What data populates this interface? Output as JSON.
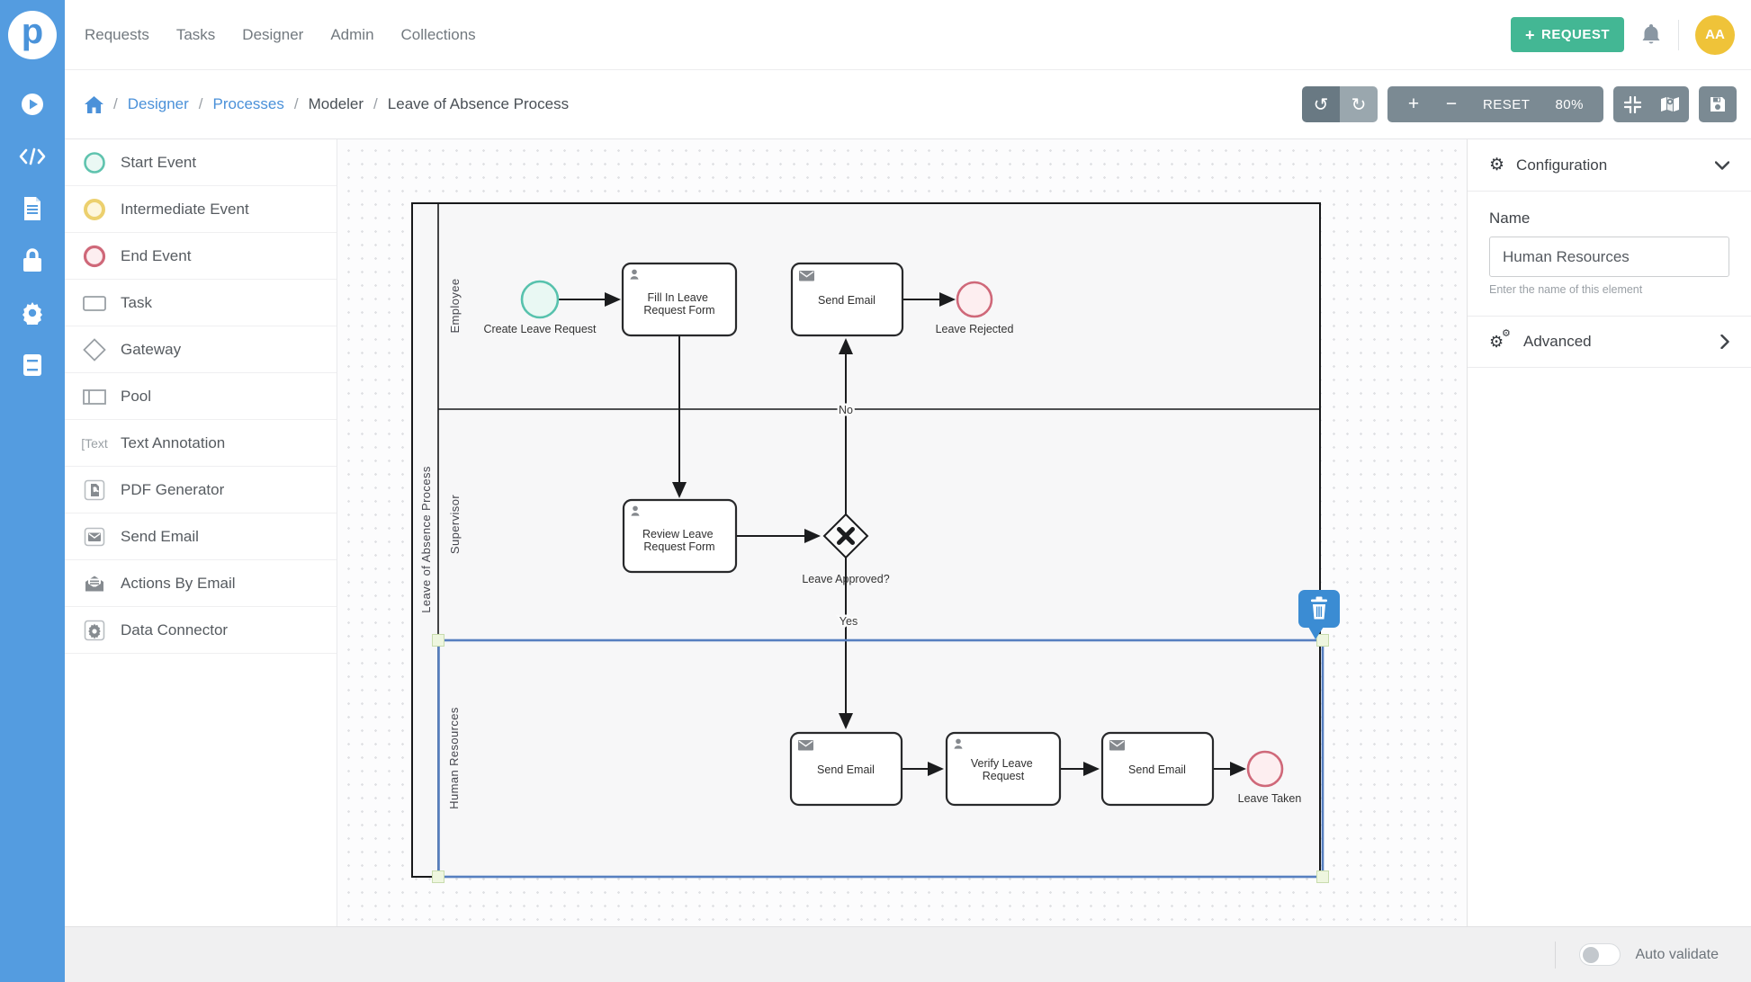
{
  "app": {
    "logo_letter": "p"
  },
  "colors": {
    "rail_blue": "#549ce0",
    "accent_teal": "#43b794",
    "avatar_yellow": "#efc339",
    "toolbar_gray": "#7b8a93",
    "selection_blue": "#567fc0",
    "trash_blue": "#3b8cd3",
    "start_event": "#57c2ad",
    "end_event": "#cf6879",
    "intermediate_event": "#ecd06e",
    "link_blue": "#4b91d9"
  },
  "navbar": {
    "items": [
      {
        "label": "Requests"
      },
      {
        "label": "Tasks"
      },
      {
        "label": "Designer"
      },
      {
        "label": "Admin"
      },
      {
        "label": "Collections"
      }
    ],
    "request_plus": "+",
    "request_label": "REQUEST",
    "avatar_initials": "AA"
  },
  "breadcrumb": {
    "separator": "/",
    "items": [
      {
        "label": "Designer",
        "link": true
      },
      {
        "label": "Processes",
        "link": true
      },
      {
        "label": "Modeler",
        "link": false
      },
      {
        "label": "Leave of Absence Process",
        "link": false
      }
    ]
  },
  "toolbar": {
    "plus": "+",
    "minus": "−",
    "reset_label": "RESET",
    "zoom_level": "80%",
    "undo_glyph": "↺",
    "redo_glyph": "↻"
  },
  "sidebar_icons": [
    "play-icon",
    "code-icon",
    "document-icon",
    "lock-icon",
    "gear-icon",
    "notebook-icon"
  ],
  "palette": {
    "items": [
      {
        "label": "Start Event",
        "icon": "start-event-icon"
      },
      {
        "label": "Intermediate Event",
        "icon": "intermediate-event-icon"
      },
      {
        "label": "End Event",
        "icon": "end-event-icon"
      },
      {
        "label": "Task",
        "icon": "task-icon"
      },
      {
        "label": "Gateway",
        "icon": "gateway-icon"
      },
      {
        "label": "Pool",
        "icon": "pool-icon"
      },
      {
        "label": "Text Annotation",
        "icon": "text-annotation-icon",
        "icon_text": "[Text"
      },
      {
        "label": "PDF Generator",
        "icon": "pdf-icon"
      },
      {
        "label": "Send Email",
        "icon": "send-email-icon"
      },
      {
        "label": "Actions By Email",
        "icon": "actions-by-email-icon"
      },
      {
        "label": "Data Connector",
        "icon": "data-connector-icon",
        "icon_glyph": "⚙"
      }
    ]
  },
  "diagram": {
    "pool": {
      "name": "Leave of Absence Process"
    },
    "lanes": [
      {
        "name": "Employee",
        "selected": false
      },
      {
        "name": "Supervisor",
        "selected": false
      },
      {
        "name": "Human Resources",
        "selected": true
      }
    ],
    "nodes": {
      "start": {
        "type": "start-event",
        "label": "Create Leave Request"
      },
      "fill_form": {
        "type": "task",
        "line1": "Fill In Leave",
        "line2": "Request Form"
      },
      "send_email_top": {
        "type": "send-email-task",
        "label": "Send Email"
      },
      "leave_rejected": {
        "type": "end-event",
        "label": "Leave Rejected"
      },
      "review_form": {
        "type": "task",
        "line1": "Review Leave",
        "line2": "Request Form"
      },
      "gateway": {
        "type": "exclusive-gateway",
        "label": "Leave Approved?"
      },
      "send_email_hr1": {
        "type": "send-email-task",
        "label": "Send Email"
      },
      "verify": {
        "type": "task",
        "line1": "Verify Leave",
        "line2": "Request"
      },
      "send_email_hr2": {
        "type": "send-email-task",
        "label": "Send Email"
      },
      "leave_taken": {
        "type": "end-event",
        "label": "Leave Taken"
      }
    },
    "edge_labels": {
      "no": "No",
      "yes": "Yes"
    }
  },
  "config_panel": {
    "title": "Configuration",
    "name_label": "Name",
    "name_value": "Human Resources",
    "name_help": "Enter the name of this element",
    "advanced_label": "Advanced"
  },
  "footer": {
    "auto_validate_label": "Auto validate"
  }
}
